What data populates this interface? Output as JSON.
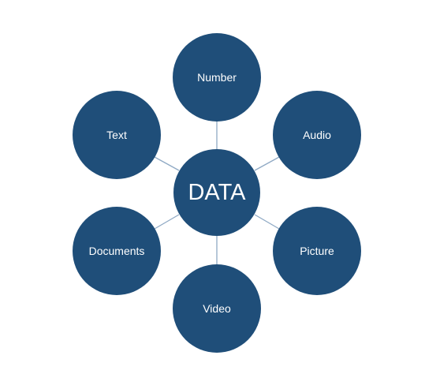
{
  "diagram": {
    "center": {
      "label": "DATA"
    },
    "nodes": [
      {
        "id": "number",
        "label": "Number"
      },
      {
        "id": "audio",
        "label": "Audio"
      },
      {
        "id": "picture",
        "label": "Picture"
      },
      {
        "id": "video",
        "label": "Video"
      },
      {
        "id": "documents",
        "label": "Documents"
      },
      {
        "id": "text",
        "label": "Text"
      }
    ]
  },
  "colors": {
    "node_fill": "#1f4e79",
    "connector": "#8fa9c4",
    "label_text": "#ffffff",
    "background": "#ffffff"
  }
}
